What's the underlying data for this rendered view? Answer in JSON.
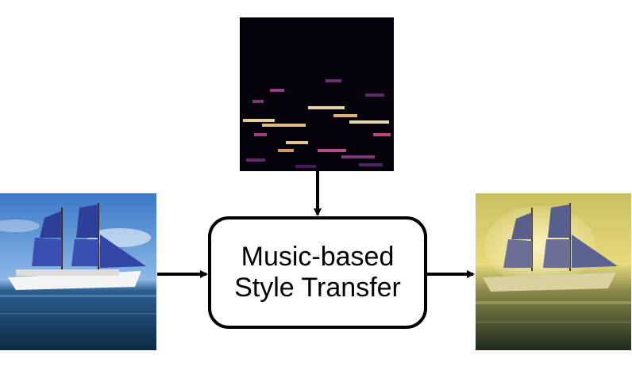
{
  "diagram": {
    "nodes": [
      {
        "id": "style-transfer",
        "label_line1": "Music-based",
        "label_line2": "Style Transfer"
      }
    ],
    "images": [
      {
        "id": "spectrogram",
        "kind": "music spectrogram"
      },
      {
        "id": "input-photo",
        "kind": "sailing ship photo"
      },
      {
        "id": "output-photo",
        "kind": "stylized sailing ship"
      }
    ],
    "edges": [
      {
        "from": "spectrogram",
        "to": "style-transfer"
      },
      {
        "from": "input-photo",
        "to": "style-transfer"
      },
      {
        "from": "style-transfer",
        "to": "output-photo"
      }
    ]
  }
}
